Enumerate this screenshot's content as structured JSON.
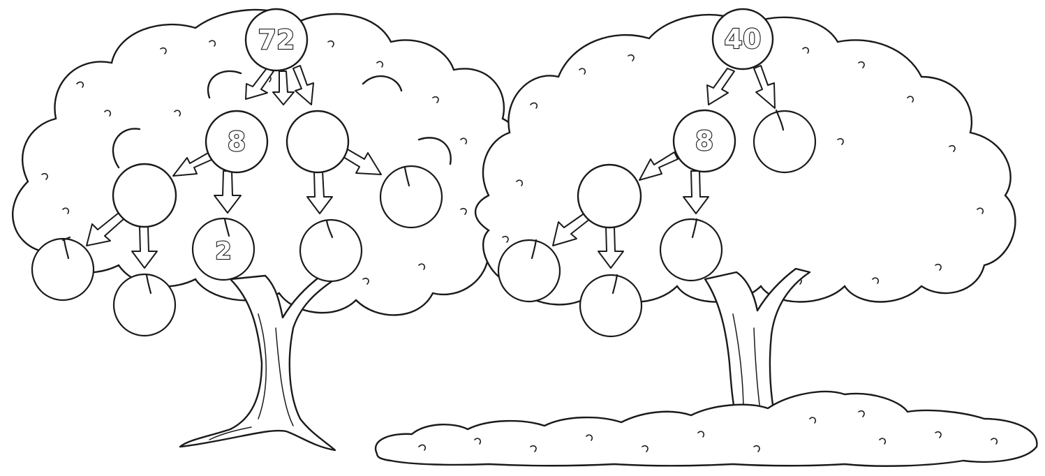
{
  "diagram": {
    "left_tree": {
      "root": "72",
      "level1": [
        "8",
        ""
      ],
      "level2_left": [
        ""
      ],
      "apples": [
        "",
        "",
        "2",
        "",
        ""
      ]
    },
    "right_tree": {
      "root": "40",
      "level1": [
        "8"
      ],
      "level2_left": [
        ""
      ],
      "apples": [
        "",
        "",
        "",
        ""
      ]
    }
  },
  "colors": {
    "line": "#1a1a1a",
    "fill": "#ffffff"
  }
}
